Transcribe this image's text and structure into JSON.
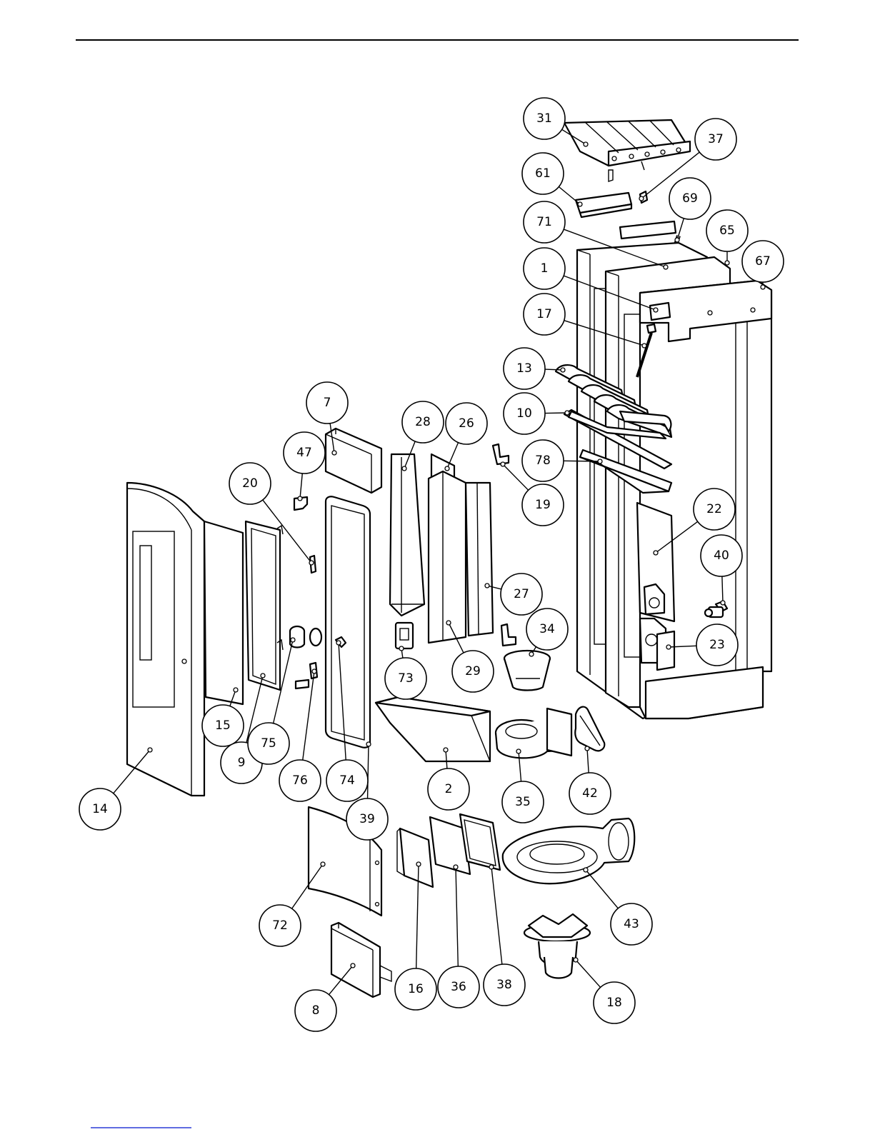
{
  "diagram": {
    "callouts": [
      {
        "label": "31"
      },
      {
        "label": "37"
      },
      {
        "label": "61"
      },
      {
        "label": "69"
      },
      {
        "label": "71"
      },
      {
        "label": "65"
      },
      {
        "label": "67"
      },
      {
        "label": "1"
      },
      {
        "label": "17"
      },
      {
        "label": "13"
      },
      {
        "label": "10"
      },
      {
        "label": "78"
      },
      {
        "label": "19"
      },
      {
        "label": "22"
      },
      {
        "label": "40"
      },
      {
        "label": "23"
      },
      {
        "label": "7"
      },
      {
        "label": "28"
      },
      {
        "label": "26"
      },
      {
        "label": "47"
      },
      {
        "label": "20"
      },
      {
        "label": "27"
      },
      {
        "label": "34"
      },
      {
        "label": "73"
      },
      {
        "label": "29"
      },
      {
        "label": "14"
      },
      {
        "label": "15"
      },
      {
        "label": "9"
      },
      {
        "label": "75"
      },
      {
        "label": "76"
      },
      {
        "label": "74"
      },
      {
        "label": "39"
      },
      {
        "label": "2"
      },
      {
        "label": "35"
      },
      {
        "label": "42"
      },
      {
        "label": "43"
      },
      {
        "label": "72"
      },
      {
        "label": "16"
      },
      {
        "label": "36"
      },
      {
        "label": "38"
      },
      {
        "label": "18"
      },
      {
        "label": "8"
      }
    ]
  }
}
